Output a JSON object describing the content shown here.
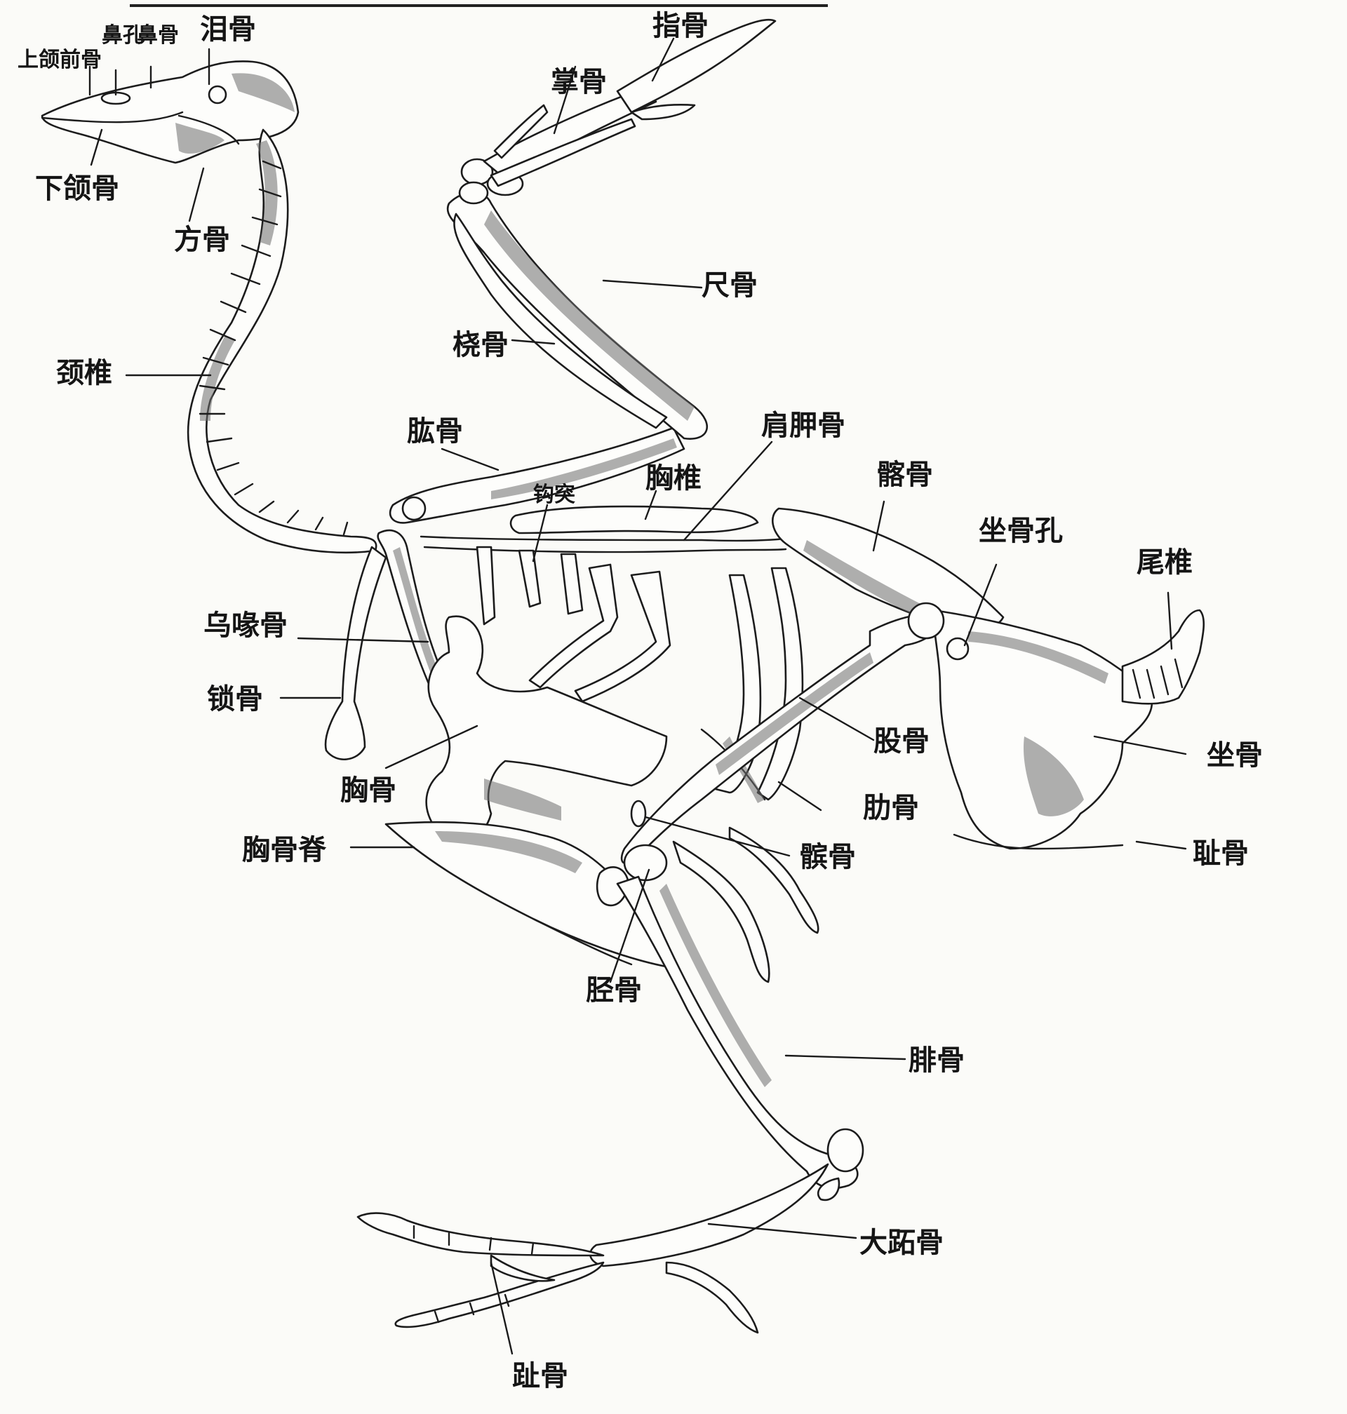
{
  "diagram": {
    "labels": {
      "premaxilla": "上颌前骨",
      "nostril": "鼻孔",
      "nasal": "鼻骨",
      "lacrimal": "泪骨",
      "mandible": "下颌骨",
      "quadrate": "方骨",
      "cervical": "颈椎",
      "carpal": "掌骨",
      "digit": "指骨",
      "ulna": "尺骨",
      "radius": "桡骨",
      "humerus": "肱骨",
      "scapula": "肩胛骨",
      "uncinate": "钩突",
      "thoracic": "胸椎",
      "ilium": "髂骨",
      "ischial_foramen": "坐骨孔",
      "pygostyle": "尾椎",
      "coracoid": "乌喙骨",
      "clavicle": "锁骨",
      "femur": "股骨",
      "sternum": "胸骨",
      "ribs": "肋骨",
      "ischium": "坐骨",
      "keel": "胸骨脊",
      "patella": "髌骨",
      "pubis": "耻骨",
      "tibia": "胫骨",
      "fibula": "腓骨",
      "tarsometatarsus": "大跖骨",
      "toes": "趾骨"
    }
  }
}
